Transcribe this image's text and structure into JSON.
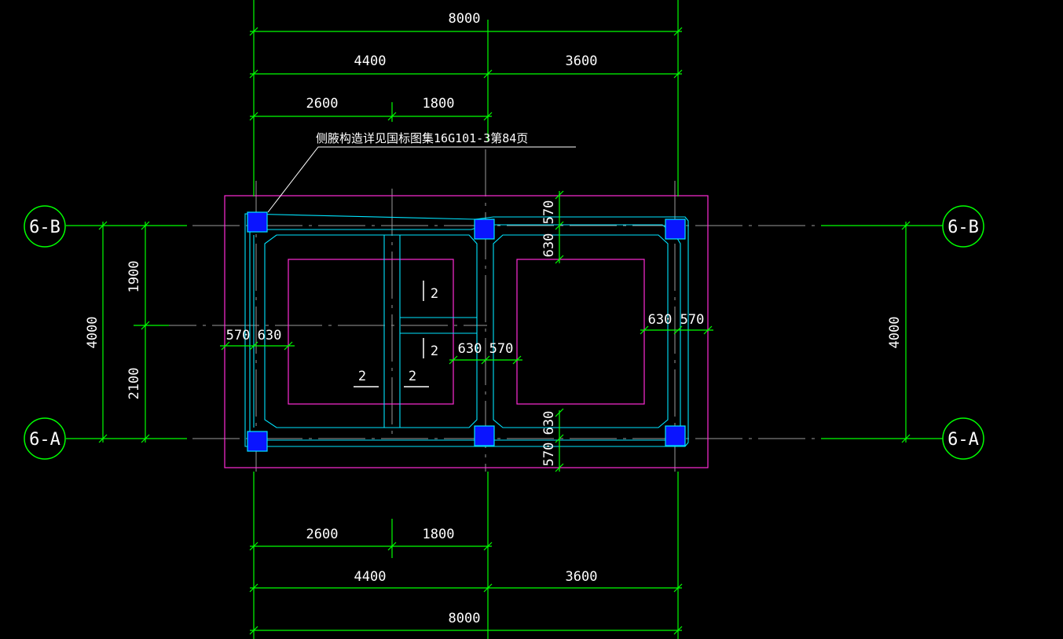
{
  "colors": {
    "background": "#000000",
    "dimension": "#00ff00",
    "wall": "#00e5ff",
    "boundary": "#ff2bd6",
    "column_fill": "#0a14ff",
    "gridline": "#9a9a9a",
    "text": "#ffffff"
  },
  "axes": {
    "left_top": "6-B",
    "left_bottom": "6-A",
    "right_top": "6-B",
    "right_bottom": "6-A"
  },
  "dims": {
    "top_total": "8000",
    "top_4400": "4400",
    "top_3600": "3600",
    "top_2600": "2600",
    "top_1800": "1800",
    "bottom_2600": "2600",
    "bottom_1800": "1800",
    "bottom_4400": "4400",
    "bottom_3600": "3600",
    "bottom_total": "8000",
    "left_total": "4000",
    "left_1900": "1900",
    "left_2100": "2100",
    "right_total": "4000",
    "mid_570_left": "570",
    "mid_630_left": "630",
    "mid_630_center": "630",
    "mid_570_center": "570",
    "mid_630_right": "630",
    "mid_570_right": "570",
    "top_570_vertical": "570",
    "top_630_vertical": "630",
    "bottom_630_vertical": "630",
    "bottom_570_vertical": "570"
  },
  "section_marks": {
    "upper": "2",
    "lower": "2",
    "left_horizontal": "2",
    "right_horizontal": "2"
  },
  "note": "侧腋构造详见国标图集16G101-3第84页"
}
